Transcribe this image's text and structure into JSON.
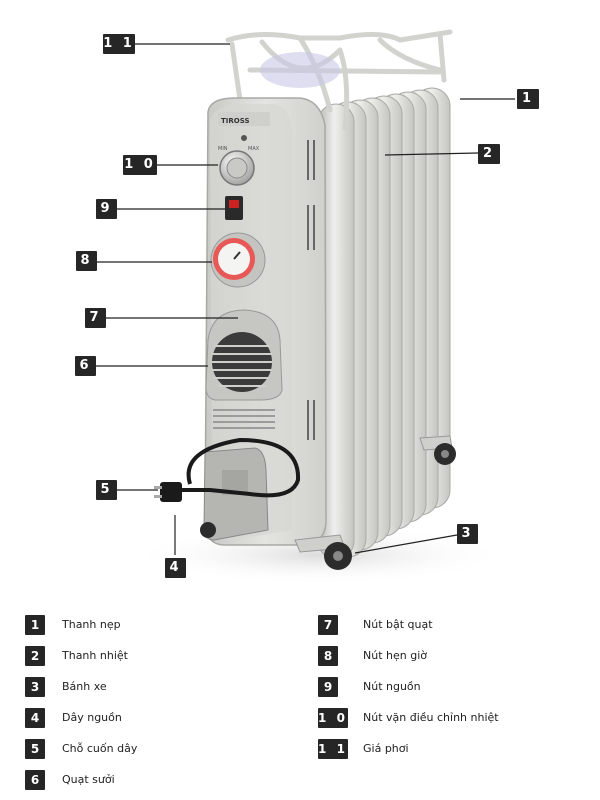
{
  "callouts": [
    {
      "number": "1",
      "label": "Thanh nẹp"
    },
    {
      "number": "2",
      "label": "Thanh nhiệt"
    },
    {
      "number": "3",
      "label": "Bánh xe"
    },
    {
      "number": "4",
      "label": "Dây nguồn"
    },
    {
      "number": "5",
      "label": "Chỗ cuốn dây"
    },
    {
      "number": "6",
      "label": "Quạt sưởi"
    },
    {
      "number": "7",
      "label": "Nút bật quạt"
    },
    {
      "number": "8",
      "label": "Nút hẹn giờ"
    },
    {
      "number": "9",
      "label": "Nút nguồn"
    },
    {
      "number": "1 0",
      "label": "Nút vặn điều chỉnh nhiệt"
    },
    {
      "number": "1 1",
      "label": "Giá phơi"
    }
  ],
  "device": {
    "brand_text": "TIROSS",
    "dial_min_label": "MIN",
    "dial_max_label": "MAX"
  },
  "colors": {
    "badge": "#262626",
    "body": "#dcdcd8",
    "body_shadow": "#b9bab5",
    "line": "#222222"
  }
}
